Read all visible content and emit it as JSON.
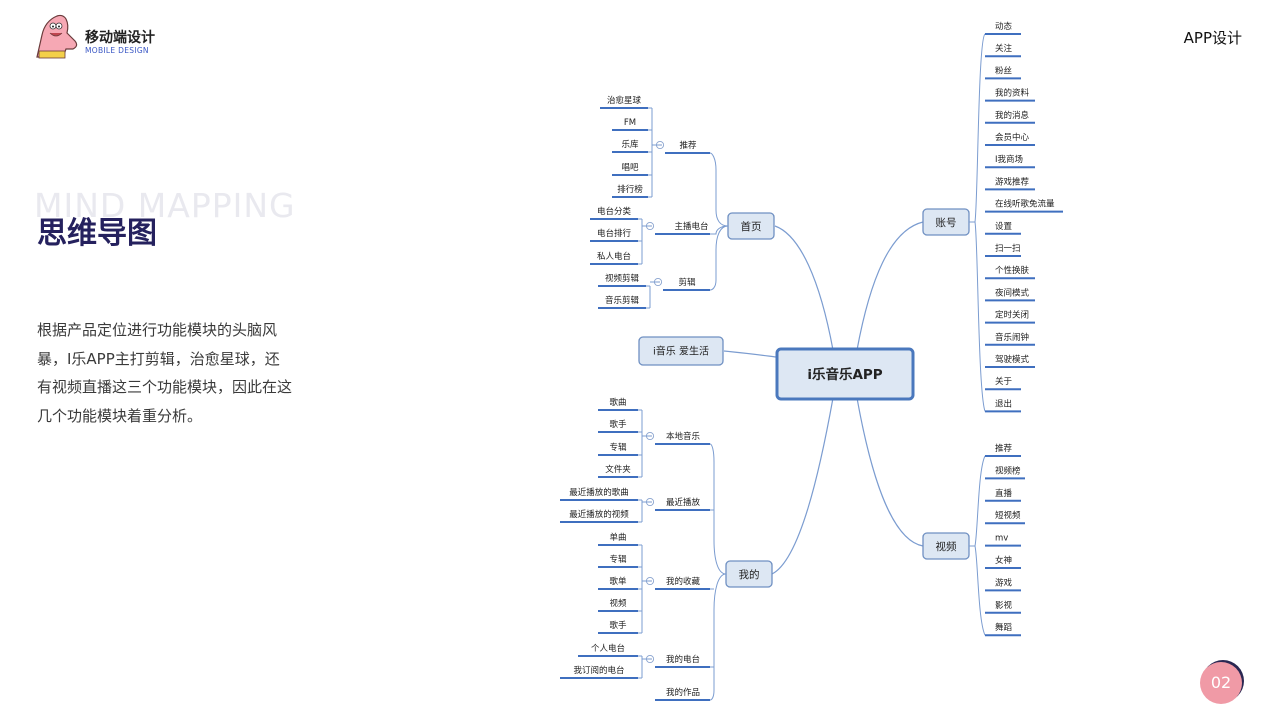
{
  "brand": {
    "title": "移动端设计",
    "subtitle": "MOBILE DESIGN"
  },
  "top_right_label": "APP设计",
  "background_text": "MIND MAPPING",
  "heading": "思维导图",
  "description": "根据产品定位进行功能模块的头脑风暴，I乐APP主打剪辑，治愈星球，还有视频直播这三个功能模块，因此在这几个功能模块着重分析。",
  "page_number": "02",
  "mindmap": {
    "root": "i乐音乐APP",
    "slogan": "i音乐 爱生活",
    "branches": [
      {
        "label": "首页",
        "children": [
          {
            "label": "推荐",
            "children": [
              "治愈星球",
              "FM",
              "乐库",
              "唱吧",
              "排行榜"
            ]
          },
          {
            "label": "主播电台",
            "children": [
              "电台分类",
              "电台排行",
              "私人电台"
            ]
          },
          {
            "label": "剪辑",
            "children": [
              "视频剪辑",
              "音乐剪辑"
            ]
          }
        ]
      },
      {
        "label": "我的",
        "children": [
          {
            "label": "本地音乐",
            "children": [
              "歌曲",
              "歌手",
              "专辑",
              "文件夹"
            ]
          },
          {
            "label": "最近播放",
            "children": [
              "最近播放的歌曲",
              "最近播放的视频"
            ]
          },
          {
            "label": "我的收藏",
            "children": [
              "单曲",
              "专辑",
              "歌单",
              "视频",
              "歌手"
            ]
          },
          {
            "label": "我的电台",
            "children": [
              "个人电台",
              "我订阅的电台"
            ]
          },
          {
            "label": "我的作品",
            "children": []
          }
        ]
      },
      {
        "label": "账号",
        "children": [
          "动态",
          "关注",
          "粉丝",
          "我的资料",
          "我的消息",
          "会员中心",
          "I我商场",
          "游戏推荐",
          "在线听歌免流量",
          "设置",
          "扫一扫",
          "个性换肤",
          "夜间模式",
          "定时关闭",
          "音乐闹钟",
          "驾驶模式",
          "关于",
          "退出"
        ]
      },
      {
        "label": "视频",
        "children": [
          "推荐",
          "视频榜",
          "直播",
          "短视频",
          "mv",
          "女神",
          "游戏",
          "影视",
          "舞蹈"
        ]
      }
    ]
  }
}
